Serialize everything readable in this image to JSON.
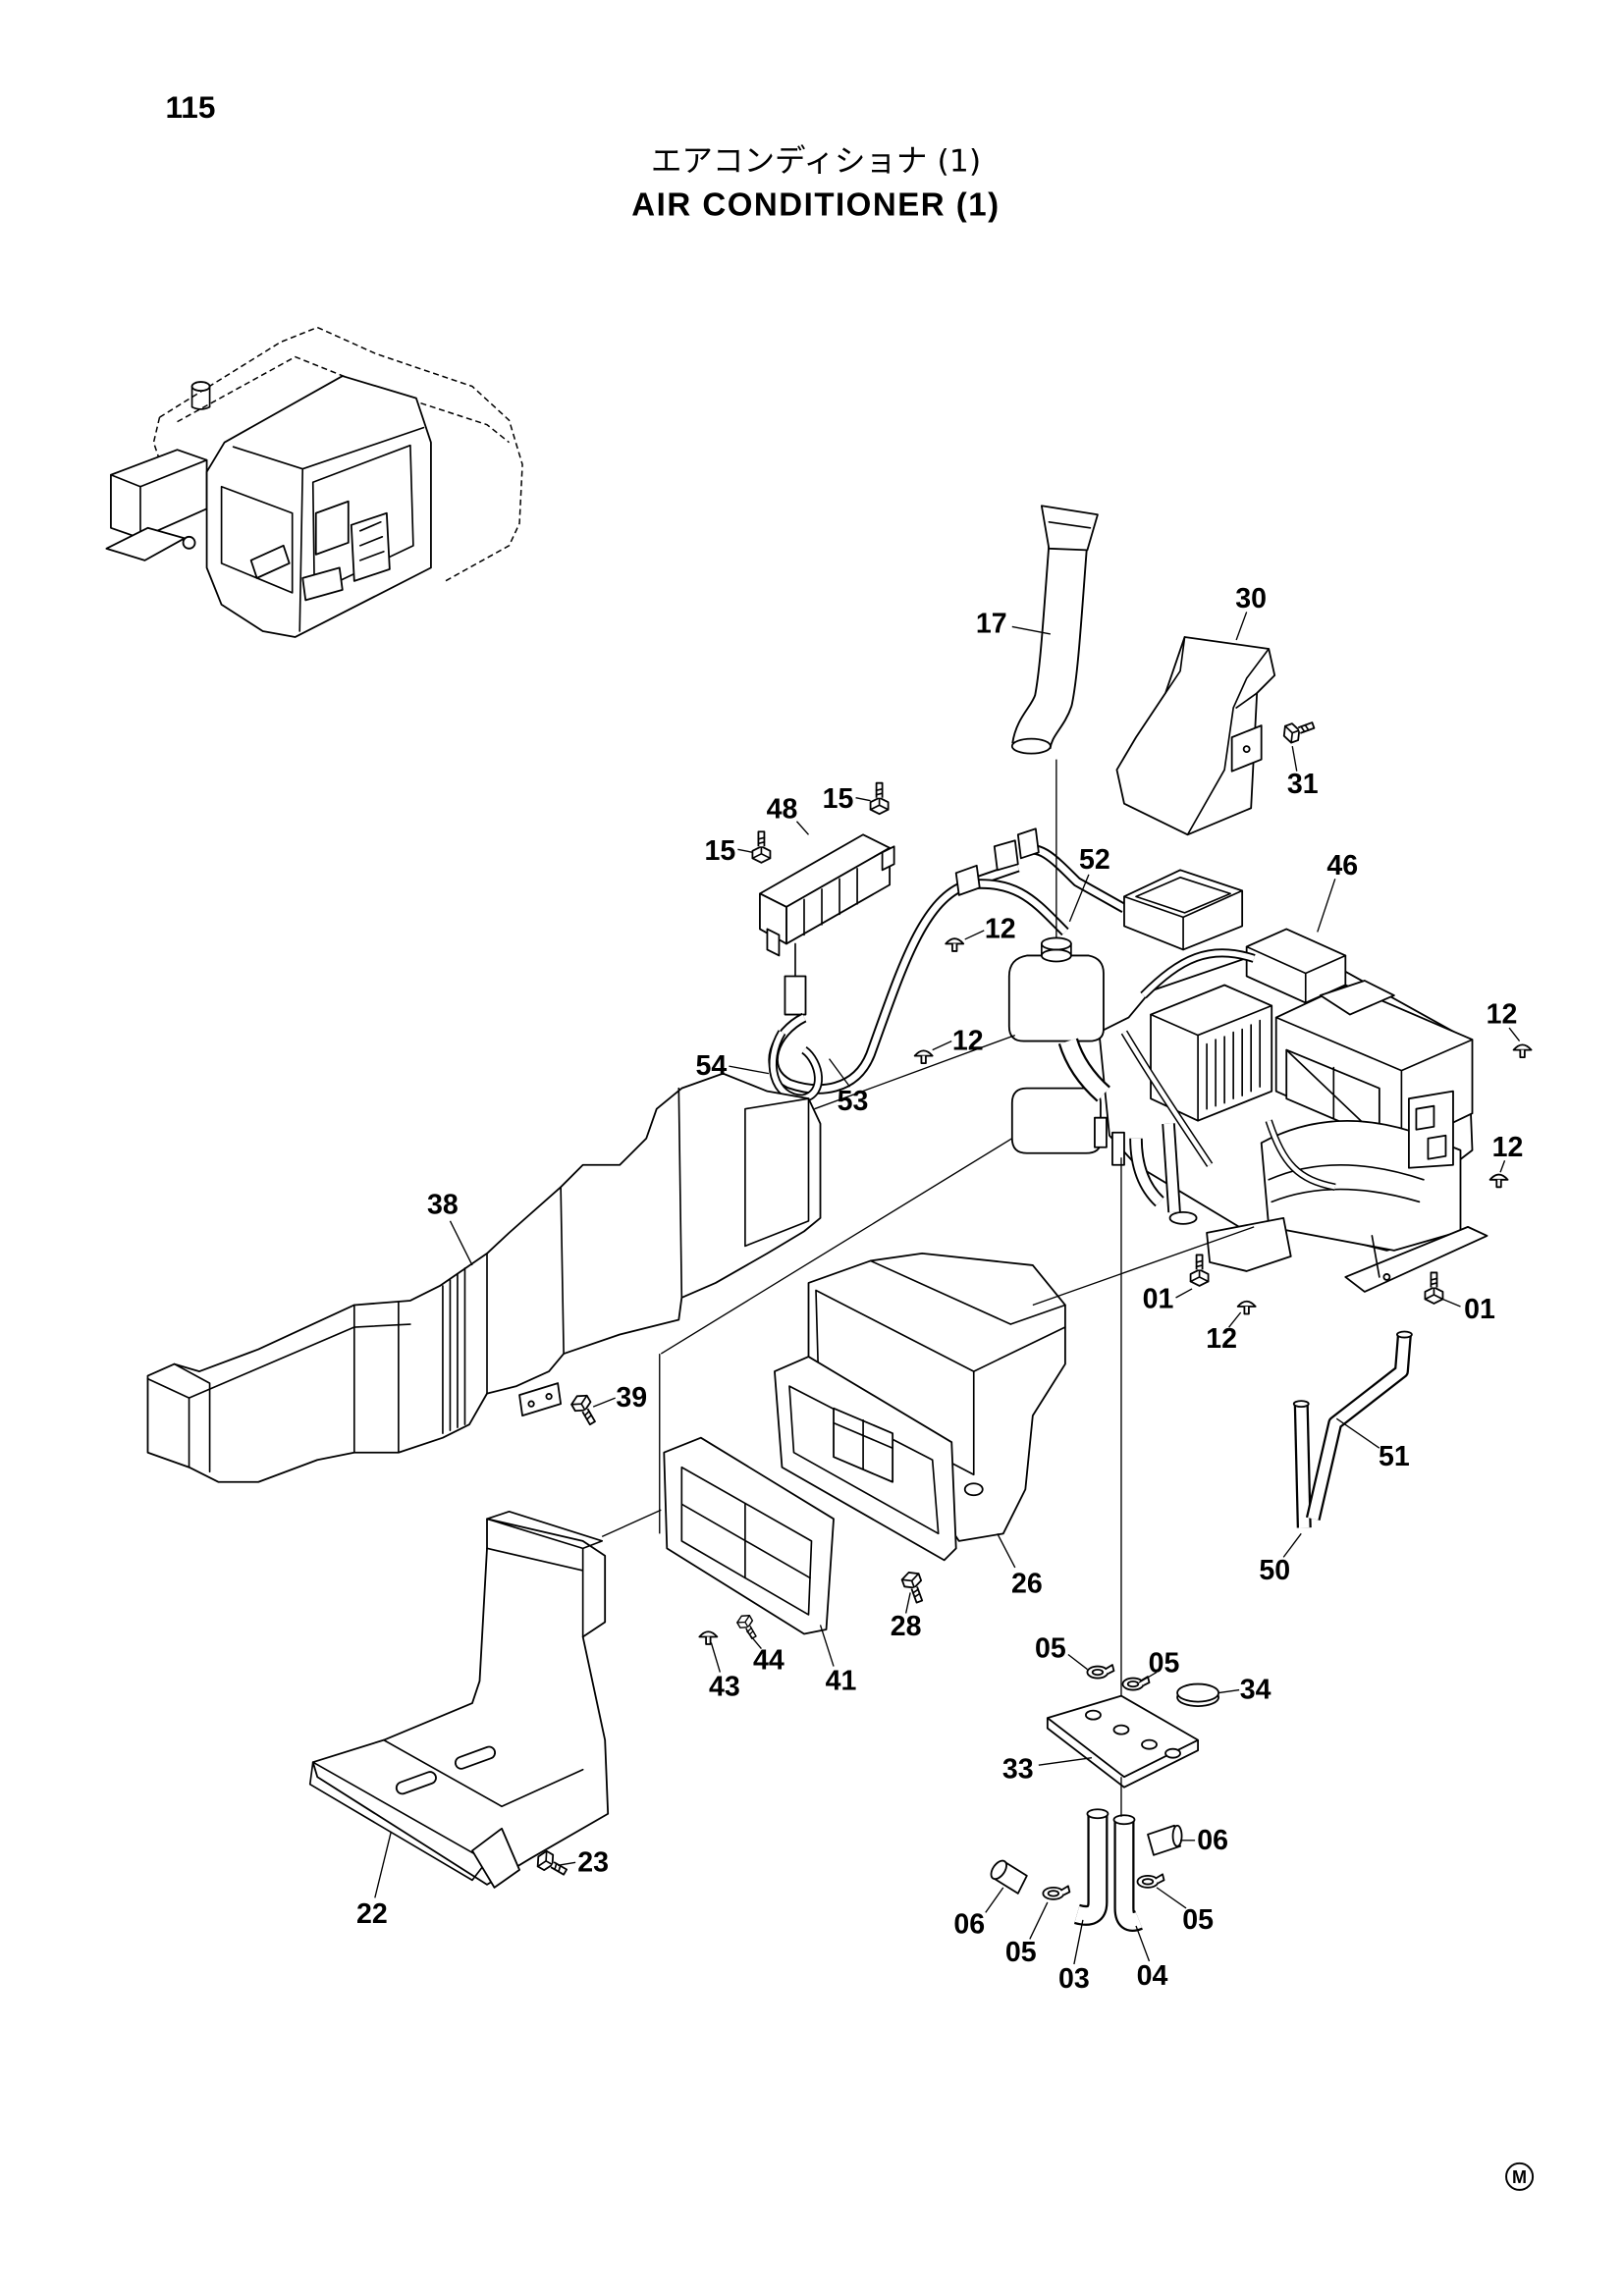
{
  "page_number": "115",
  "title_ja": "エアコンディショナ (1)",
  "title_en": "AIR CONDITIONER (1)",
  "callouts": [
    "17",
    "30",
    "31",
    "15",
    "48",
    "15",
    "52",
    "46",
    "12",
    "12",
    "12",
    "54",
    "53",
    "12",
    "38",
    "01",
    "01",
    "12",
    "39",
    "51",
    "50",
    "26",
    "28",
    "05",
    "05",
    "44",
    "43",
    "41",
    "34",
    "33",
    "06",
    "23",
    "22",
    "06",
    "05",
    "05",
    "03",
    "04"
  ],
  "corner_mark": "M",
  "colors": {
    "ink": "#000000",
    "paper": "#ffffff"
  }
}
